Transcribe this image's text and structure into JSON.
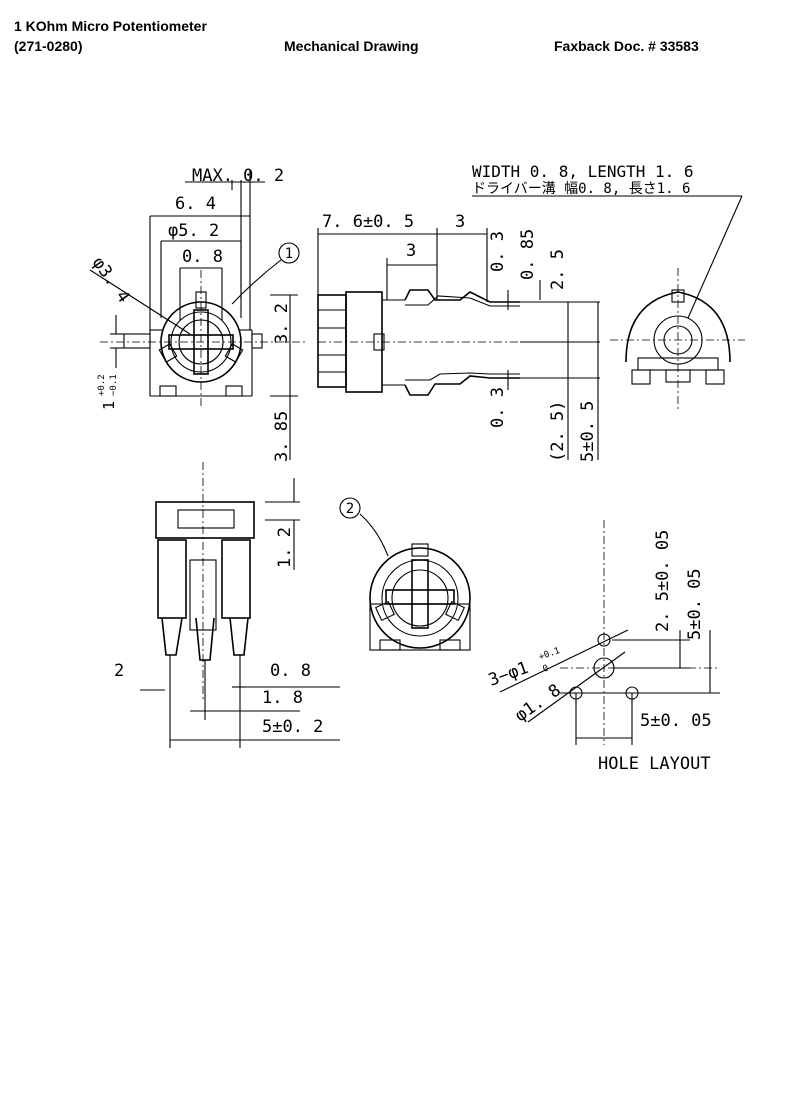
{
  "header": {
    "title_line1": "1 KOhm Micro Potentiometer",
    "title_line2": "(271-0280)",
    "center": "Mechanical Drawing",
    "right": "Faxback Doc. # 33583"
  },
  "callouts": {
    "one": "1",
    "two": "2"
  },
  "dims": {
    "max": "MAX. 0. 2",
    "w64": "6. 4",
    "d52": "φ5. 2",
    "w08a": "0. 8",
    "d34": "φ3. 4",
    "h32": "3. 2",
    "h385": "3. 85",
    "tol1": "1",
    "tol1_plus": "+0.2",
    "tol1_minus": "−0.1",
    "len76": "7. 6±0. 5",
    "len3a": "3",
    "len3b": "3",
    "v03a": "0. 3",
    "v085": "0. 85",
    "v25": "2. 5",
    "v03b": "0. 3",
    "v25p": "(2. 5)",
    "v5": "5±0. 5",
    "width_en": "WIDTH 0. 8, LENGTH 1. 6",
    "width_jp": "ドライバー溝 幅0. 8, 長さ1. 6",
    "h12": "1. 2",
    "w2": "2",
    "w08b": "0. 8",
    "w18": "1. 8",
    "w52": "5±0. 2",
    "hole3": "3−φ1",
    "hole3_plus": "+0.1",
    "hole3_minus": "0",
    "hole18": "φ1. 8",
    "h25": "2. 5±0. 05",
    "h5": "5±0. 05",
    "w5": "5±0. 05",
    "hole_layout": "HOLE LAYOUT"
  }
}
